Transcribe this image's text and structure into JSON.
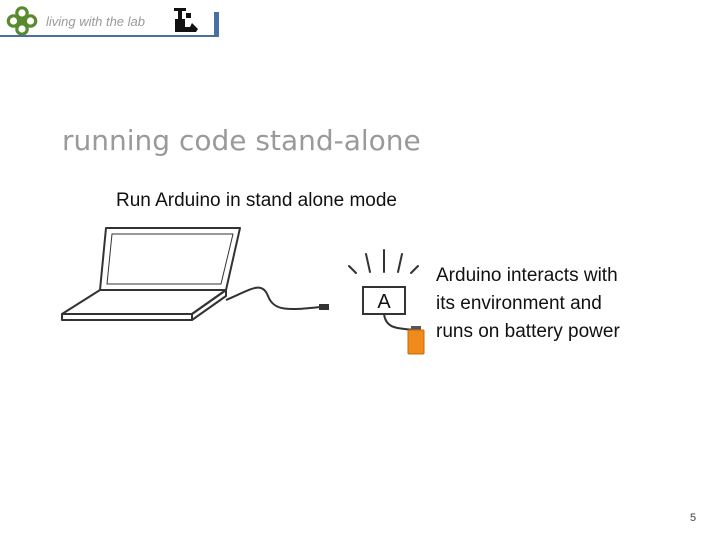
{
  "header": {
    "text": "living with the lab",
    "logo_icon": "clover-knot-icon",
    "seal_icon": "louisiana-tech-seal-icon",
    "accent_color": "#4a6fa5",
    "logo_color": "#5a8a2e"
  },
  "slide": {
    "title": "running code stand-alone",
    "figure_caption": "Run Arduino in stand alone mode",
    "board_label": "A",
    "description_lines": [
      "Arduino interacts with",
      "its environment and",
      "runs on battery power"
    ],
    "battery_color": "#f08a1a",
    "page_number": "5"
  }
}
